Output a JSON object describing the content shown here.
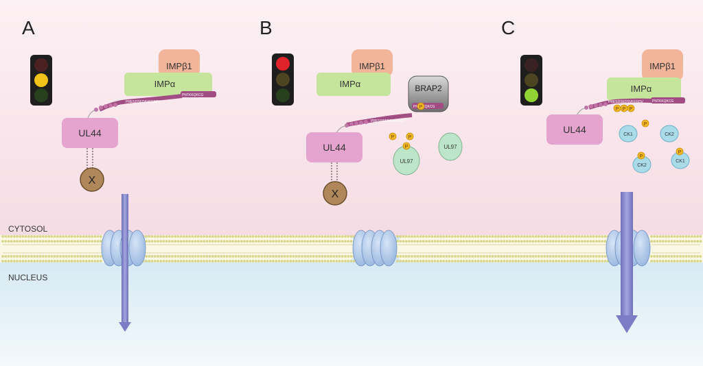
{
  "colors": {
    "cytosol": "#fbe9ee",
    "nucleus": "#e3f0f6",
    "membrane_head": "#d7d68a",
    "pore": "#a9c3e6",
    "arrow": "#8a8ccf",
    "impa": "#c5e49c",
    "impb1": "#f3b59a",
    "ul44": "#e5a4cf",
    "x_protein": "#b0875a",
    "brap2": "#8e8e8e",
    "ul97": "#bde5c9",
    "ck": "#a9dbe9",
    "phospho": "#f2b821",
    "light_red_on": "#e0222a",
    "light_yellow_on": "#f0c21a",
    "light_green_on": "#8fd432"
  },
  "compartments": {
    "cytosol": "CYTOSOL",
    "nucleus": "NUCLEUS"
  },
  "panels": [
    {
      "label": "A",
      "light_on": "yellow",
      "impb1": "IMPβ1",
      "impa": "IMPα",
      "ul44": "UL44",
      "x": "X",
      "nls_seq": "PRESDSEDSVFEEDV",
      "nls_seq2": "PNTKKQKCG",
      "import": "partial"
    },
    {
      "label": "B",
      "light_on": "red",
      "impb1": "IMPβ1",
      "impa": "IMPα",
      "ul44": "UL44",
      "x": "X",
      "brap2": "BRAP2",
      "ul97_a": "UL97",
      "ul97_b": "UL97",
      "phospho": "P",
      "nls_seq": "PRESDSEDSVFEEDV",
      "nls_seq2": "PNTKKQKCG",
      "import": "blocked"
    },
    {
      "label": "C",
      "light_on": "green",
      "impb1": "IMPβ1",
      "impa": "IMPα",
      "ul44": "UL44",
      "ck1_a": "CK1",
      "ck2_a": "CK2",
      "ck2_b": "CK2",
      "ck1_b": "CK1",
      "phospho": "P",
      "nls_seq": "PRESDSEDSVFEEDV",
      "nls_seq2": "PNTKKQKCG",
      "import": "full"
    }
  ]
}
